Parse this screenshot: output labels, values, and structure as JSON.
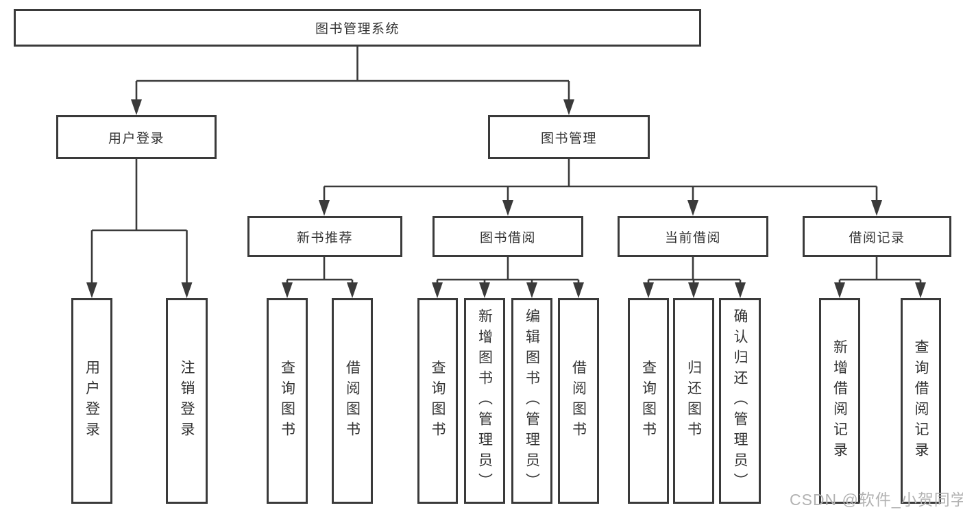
{
  "nodes": {
    "root": {
      "label": "图书管理系统"
    },
    "user_login": {
      "label": "用户登录"
    },
    "book_mgmt": {
      "label": "图书管理"
    },
    "new_books": {
      "label": "新书推荐"
    },
    "book_borrow": {
      "label": "图书借阅"
    },
    "current_borrow": {
      "label": "当前借阅"
    },
    "borrow_records": {
      "label": "借阅记录"
    },
    "leaf_user_login": {
      "label": "用户登录"
    },
    "leaf_logout": {
      "label": "注销登录"
    },
    "leaf_newbooks_query": {
      "label": "查询图书"
    },
    "leaf_newbooks_borrow": {
      "label": "借阅图书"
    },
    "leaf_borrow_query": {
      "label": "查询图书"
    },
    "leaf_borrow_add": {
      "label": "新增图书（管理员）"
    },
    "leaf_borrow_edit": {
      "label": "编辑图书（管理员）"
    },
    "leaf_borrow_borrow": {
      "label": "借阅图书"
    },
    "leaf_current_query": {
      "label": "查询图书"
    },
    "leaf_current_return": {
      "label": "归还图书"
    },
    "leaf_current_confirm": {
      "label": "确认归还（管理员）"
    },
    "leaf_records_add": {
      "label": "新增借阅记录"
    },
    "leaf_records_query": {
      "label": "查询借阅记录"
    }
  },
  "watermark": {
    "text": "CSDN @软件_小贺同学"
  },
  "colors": {
    "line": "#3a3a3a",
    "text": "#333333",
    "watermark": "#b2b2b2",
    "background": "#ffffff"
  }
}
